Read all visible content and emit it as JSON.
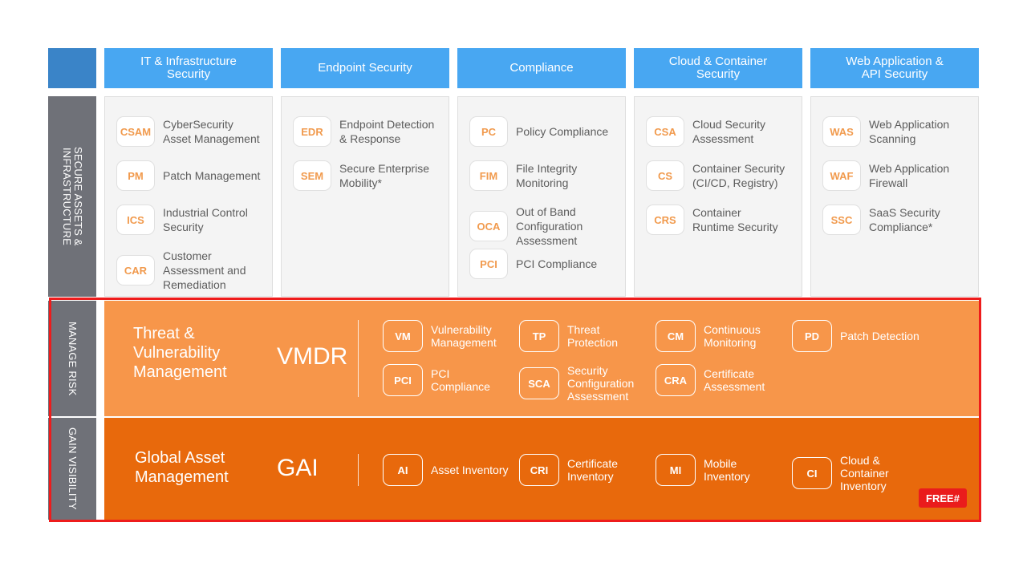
{
  "categories": [
    {
      "label": "IT & Infrastructure\nSecurity"
    },
    {
      "label": "Endpoint Security"
    },
    {
      "label": "Compliance"
    },
    {
      "label": "Cloud & Container\nSecurity"
    },
    {
      "label": "Web Application &\nAPI Security"
    }
  ],
  "side_labels": {
    "secure": "SECURE ASSETS &\nINFRASTRUCTURE",
    "manage": "MANAGE RISK",
    "visibility": "GAIN VISIBILITY"
  },
  "columns": [
    {
      "items": [
        {
          "code": "CSAM",
          "label": "CyberSecurity\nAsset Management"
        },
        {
          "code": "PM",
          "label": "Patch Management"
        },
        {
          "code": "ICS",
          "label": "Industrial Control\nSecurity"
        },
        {
          "code": "CAR",
          "label": "Customer\nAssessment and\nRemediation"
        }
      ]
    },
    {
      "items": [
        {
          "code": "EDR",
          "label": "Endpoint Detection\n& Response"
        },
        {
          "code": "SEM",
          "label": "Secure Enterprise\nMobility*"
        }
      ]
    },
    {
      "items": [
        {
          "code": "PC",
          "label": "Policy Compliance"
        },
        {
          "code": "FIM",
          "label": "File Integrity\nMonitoring"
        },
        {
          "code": "OCA",
          "label": "Out of Band\nConfiguration\nAssessment"
        },
        {
          "code": "PCI",
          "label": "PCI Compliance"
        }
      ]
    },
    {
      "items": [
        {
          "code": "CSA",
          "label": "Cloud Security\nAssessment"
        },
        {
          "code": "CS",
          "label": "Container Security\n(CI/CD, Registry)"
        },
        {
          "code": "CRS",
          "label": "Container\nRuntime Security"
        }
      ]
    },
    {
      "items": [
        {
          "code": "WAS",
          "label": "Web Application\nScanning"
        },
        {
          "code": "WAF",
          "label": "Web Application\nFirewall"
        },
        {
          "code": "SSC",
          "label": "SaaS Security\nCompliance*"
        }
      ]
    }
  ],
  "tv": {
    "title": "Threat &\nVulnerability\nManagement",
    "abbr": "VMDR",
    "items": [
      {
        "code": "VM",
        "label": "Vulnerability\nManagement"
      },
      {
        "code": "TP",
        "label": "Threat\nProtection"
      },
      {
        "code": "CM",
        "label": "Continuous\nMonitoring"
      },
      {
        "code": "PD",
        "label": "Patch Detection"
      },
      {
        "code": "PCI",
        "label": "PCI\nCompliance"
      },
      {
        "code": "SCA",
        "label": "Security\nConfiguration\nAssessment"
      },
      {
        "code": "CRA",
        "label": "Certificate\nAssessment"
      }
    ]
  },
  "gai": {
    "title": "Global Asset\nManagement",
    "abbr": "GAI",
    "items": [
      {
        "code": "AI",
        "label": "Asset Inventory"
      },
      {
        "code": "CRI",
        "label": "Certificate\nInventory"
      },
      {
        "code": "MI",
        "label": "Mobile\nInventory"
      },
      {
        "code": "CI",
        "label": "Cloud &\nContainer\nInventory"
      }
    ],
    "free_tag": "FREE#"
  },
  "colors": {
    "header_blue": "#48a7f2",
    "corner_blue": "#3a84c8",
    "side_gray": "#6f7178",
    "tv_orange": "#f7964a",
    "gai_orange": "#e8690c",
    "highlight_red": "#ee1c1c"
  }
}
